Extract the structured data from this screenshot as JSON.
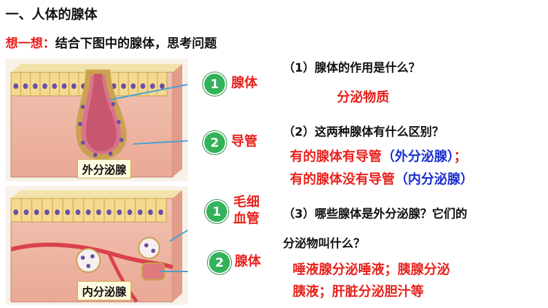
{
  "heading": "一、人体的腺体",
  "think": {
    "prefix": "想一想：",
    "text": "结合下图中的腺体，思考问题"
  },
  "figures": {
    "top": {
      "caption": "外分泌腺",
      "labels": [
        {
          "num": "1",
          "text": "腺体"
        },
        {
          "num": "2",
          "text": "导管"
        }
      ]
    },
    "bottom": {
      "caption": "内分泌腺",
      "labels": [
        {
          "num": "1",
          "text_line1": "毛细",
          "text_line2": "血管"
        },
        {
          "num": "2",
          "text": "腺体"
        }
      ]
    }
  },
  "questions": {
    "q1": "（1）腺体的作用是什么？",
    "a1": "分泌物质",
    "q2": "（2）这两种腺体有什么区别？",
    "a2_line1_a": "有的腺体有导管",
    "a2_line1_b": "（外分泌腺）",
    "a2_line1_c": "；",
    "a2_line2_a": "有的腺体没有导管",
    "a2_line2_b": "（内分泌腺）",
    "q3_line1": "（3）哪些腺体是外分泌腺？它们的",
    "q3_line2": "分泌物叫什么？",
    "a3_line1": "唾液腺分泌唾液；胰腺分泌",
    "a3_line2": "胰液；肝脏分泌胆汁等"
  }
}
